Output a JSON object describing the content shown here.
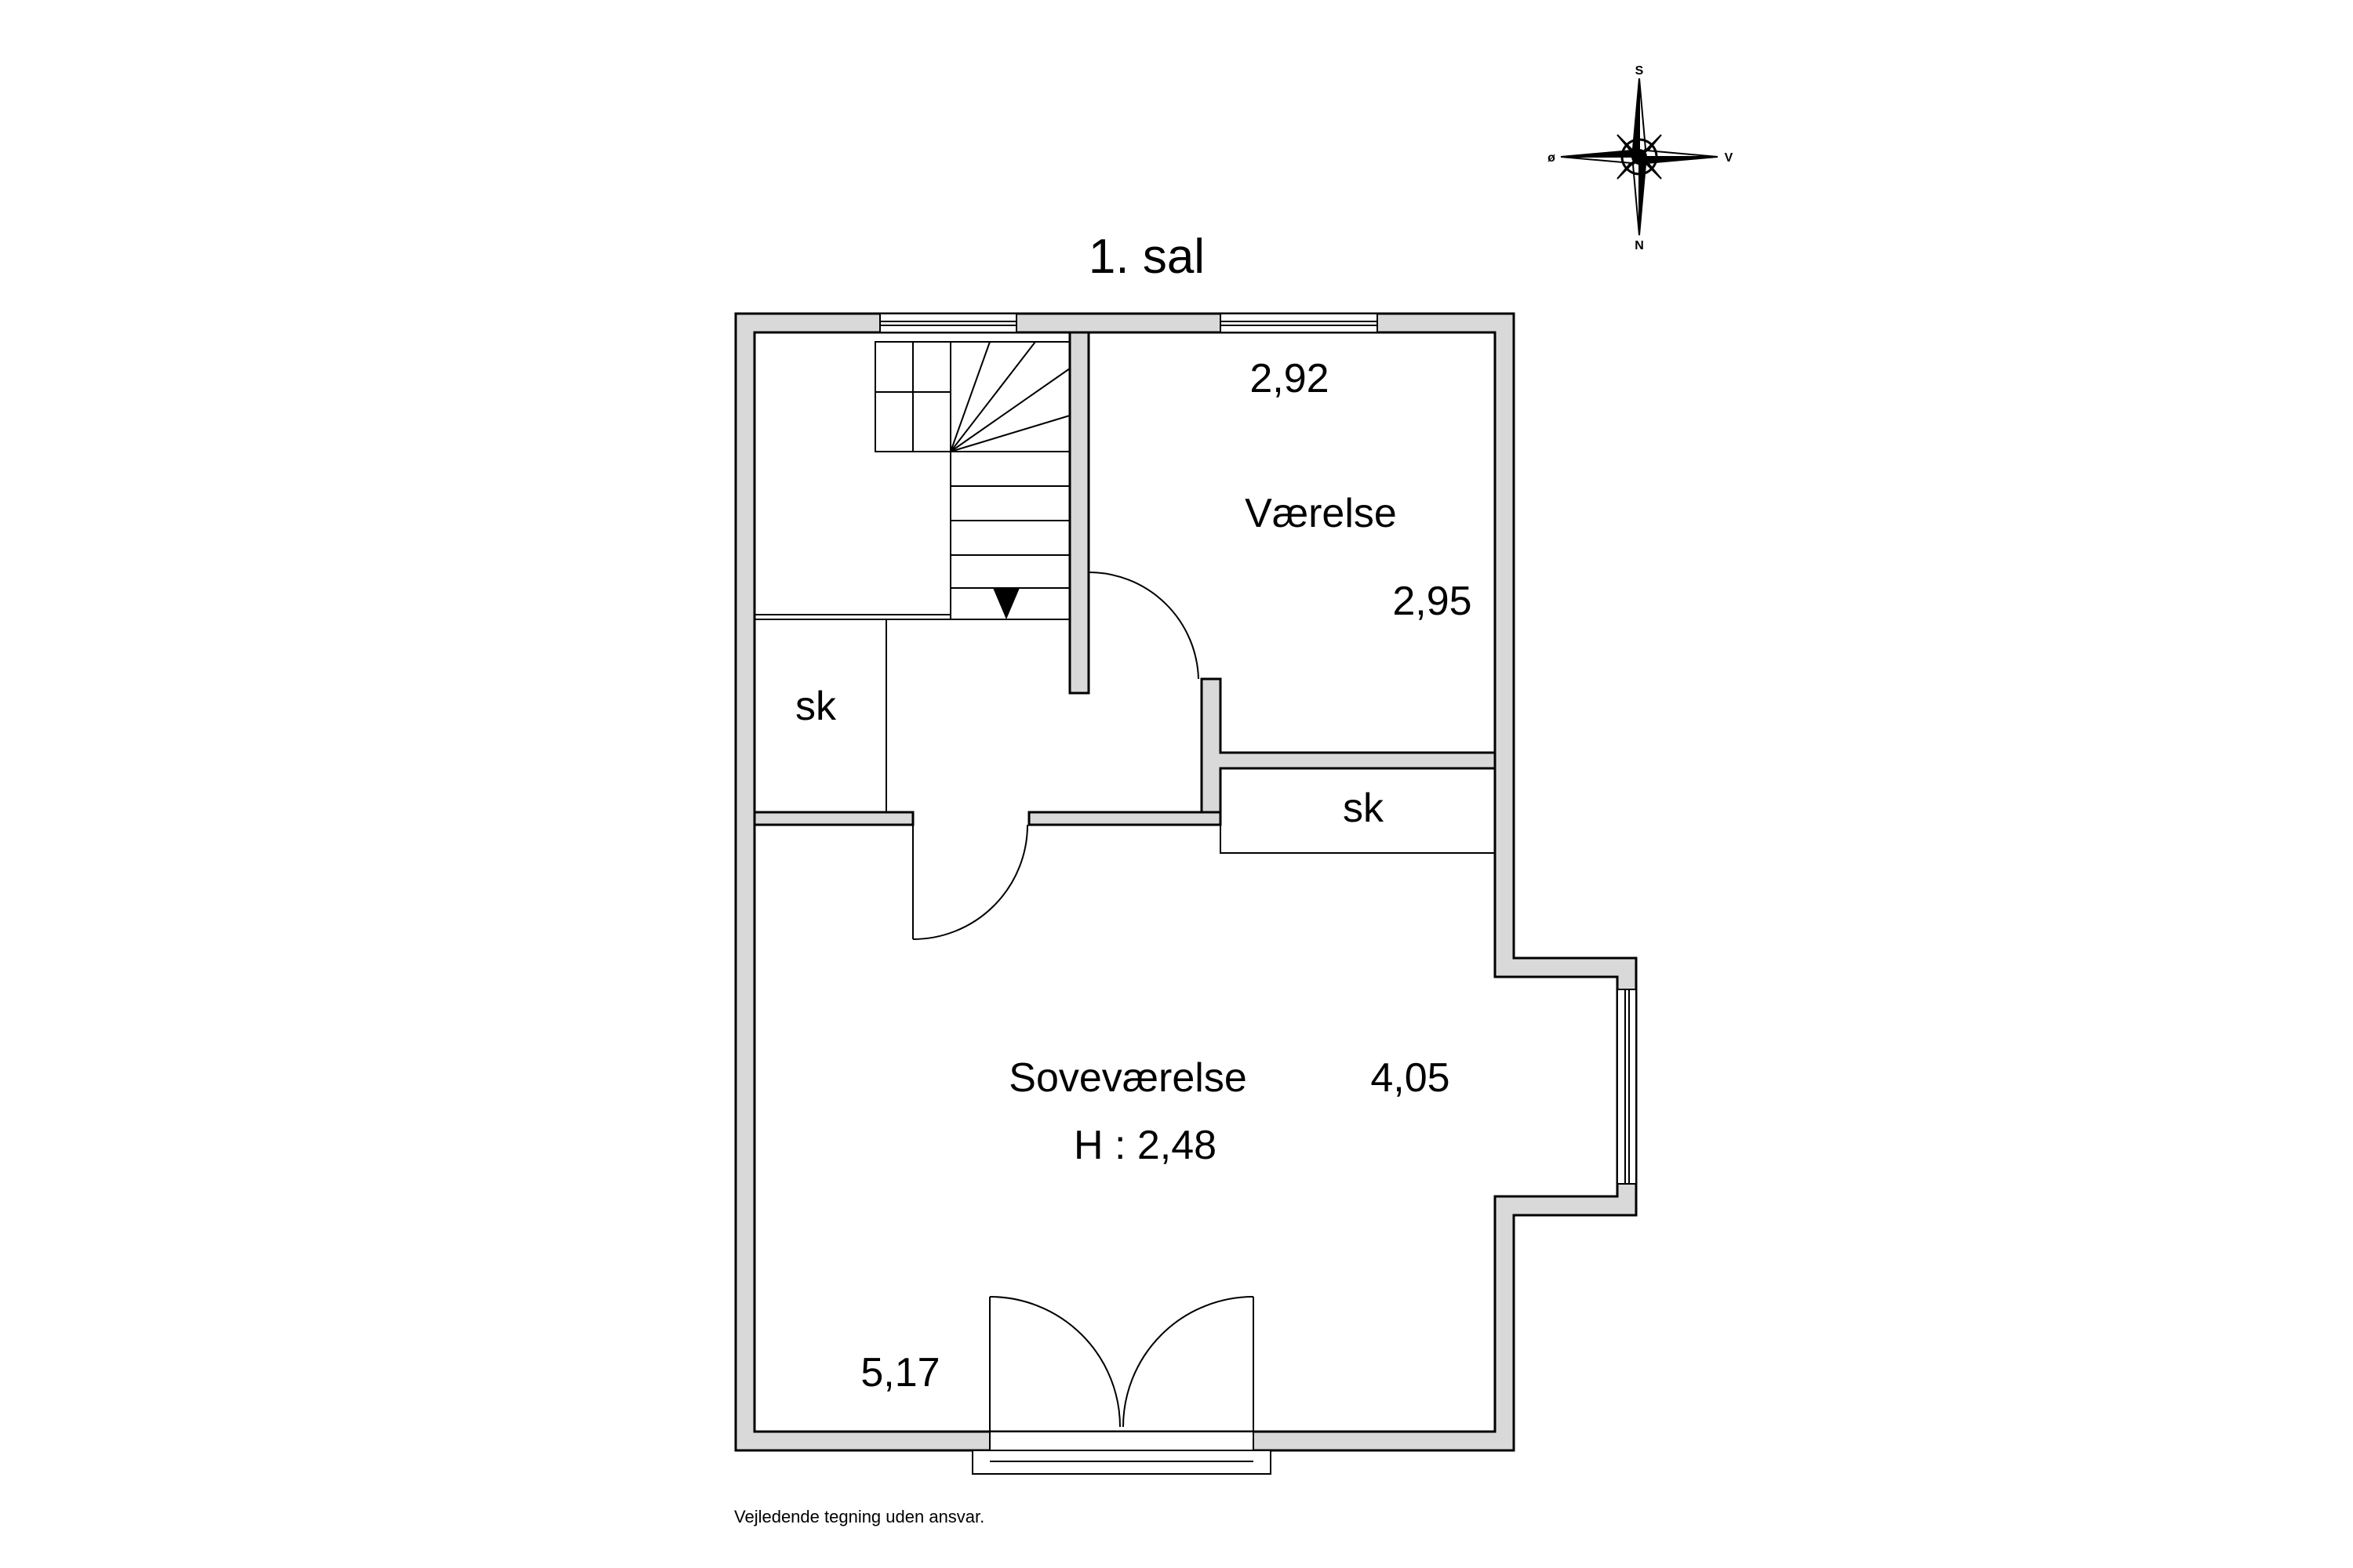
{
  "title": "1. sal",
  "compass": {
    "top": "S",
    "bottom": "N",
    "left": "ø",
    "right": "V",
    "icon": "compass-rose-icon"
  },
  "rooms": {
    "vaerelse": {
      "name": "Værelse",
      "width": "2,92",
      "depth": "2,95"
    },
    "closet_left": {
      "name": "sk"
    },
    "closet_right": {
      "name": "sk"
    },
    "sovevaerelse": {
      "name": "Soveværelse",
      "height": "H : 2,48",
      "width": "4,05",
      "length": "5,17"
    }
  },
  "disclaimer": "Vejledende tegning uden ansvar.",
  "colors": {
    "wall_fill": "#d9d9d9",
    "line": "#000000",
    "background": "#ffffff"
  }
}
